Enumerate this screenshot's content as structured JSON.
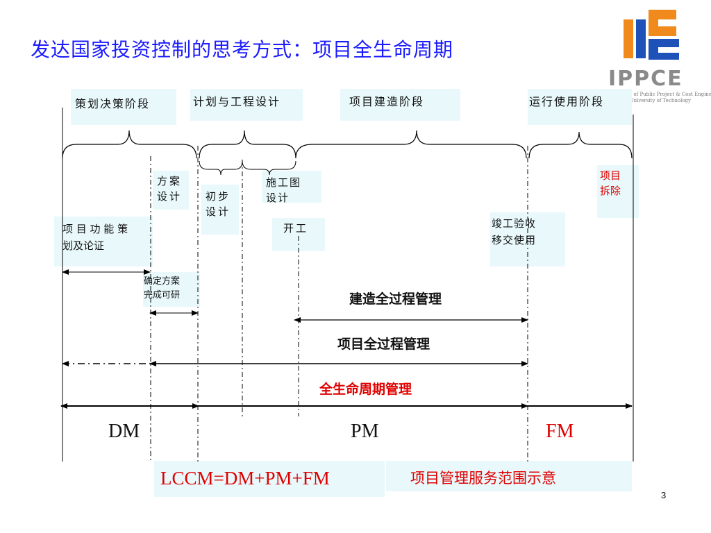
{
  "title": "发达国家投资控制的思考方式：项目全生命周期",
  "logo": {
    "name": "IPPCE",
    "subtitle_line1": "Institute of Public Project & Cost Engineering",
    "subtitle_line2": "Tianjin University of Technology",
    "colors": {
      "orange": "#f08a1c",
      "blue": "#1f52b8",
      "gray": "#8a8a8a"
    }
  },
  "phases": {
    "decision": "策划决策阶段",
    "planning": "计划与工程设计",
    "construction": "项目建造阶段",
    "operation": "运行使用阶段"
  },
  "milestones": {
    "scheme_design": [
      "方案",
      "设计"
    ],
    "preliminary_design": [
      "初步",
      "设计"
    ],
    "construction_drawing": [
      "施工图",
      "设计"
    ],
    "demolition": [
      "项目",
      "拆除"
    ],
    "function_planning": [
      "项 目 功 能 策",
      "划及论证"
    ],
    "start_work": "开工",
    "completion": [
      "竣工验收",
      "移交使用"
    ],
    "feasibility": [
      "确定方案",
      "完成可研"
    ]
  },
  "management": {
    "construction_process": "建造全过程管理",
    "project_process": "项目全过程管理",
    "lifecycle": "全生命周期管理"
  },
  "abbreviations": {
    "dm": "DM",
    "pm": "PM",
    "fm": "FM"
  },
  "formula": "LCCM=DM+PM+FM",
  "caption": "项目管理服务范围示意",
  "page_number": "3",
  "colors": {
    "title": "#1a1aff",
    "red": "#e00000",
    "box": "#e8f8fb"
  }
}
